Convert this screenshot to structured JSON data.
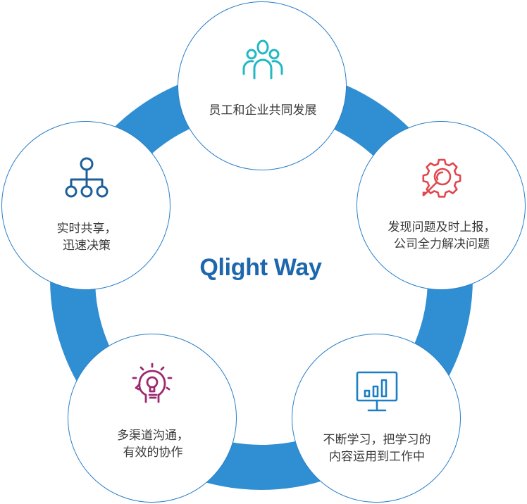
{
  "center": {
    "title": "Qlight Way"
  },
  "nodes": [
    {
      "id": "top",
      "icon": "people-group-icon",
      "icon_color": "#21b9c4",
      "lines": [
        "员工和企业共同发展"
      ]
    },
    {
      "id": "right",
      "icon": "gear-search-icon",
      "icon_color": "#e1474e",
      "lines": [
        "发现问题及时上报，",
        "公司全力解决问题"
      ]
    },
    {
      "id": "bottom-right",
      "icon": "monitor-chart-icon",
      "icon_color": "#1b7fc4",
      "lines": [
        "不断学习，把学习的",
        "内容运用到工作中"
      ]
    },
    {
      "id": "bottom-left",
      "icon": "head-lightbulb-icon",
      "icon_color": "#9c2a6e",
      "lines": [
        "多渠道沟通，",
        "有效的协作"
      ]
    },
    {
      "id": "left",
      "icon": "hierarchy-icon",
      "icon_color": "#1f5f99",
      "lines": [
        "实时共享，",
        "迅速决策"
      ]
    }
  ],
  "colors": {
    "ring": "#2f8fd2",
    "title": "#1d67ad",
    "node_border": "#2a7fc8",
    "text": "#3a3a3a"
  }
}
